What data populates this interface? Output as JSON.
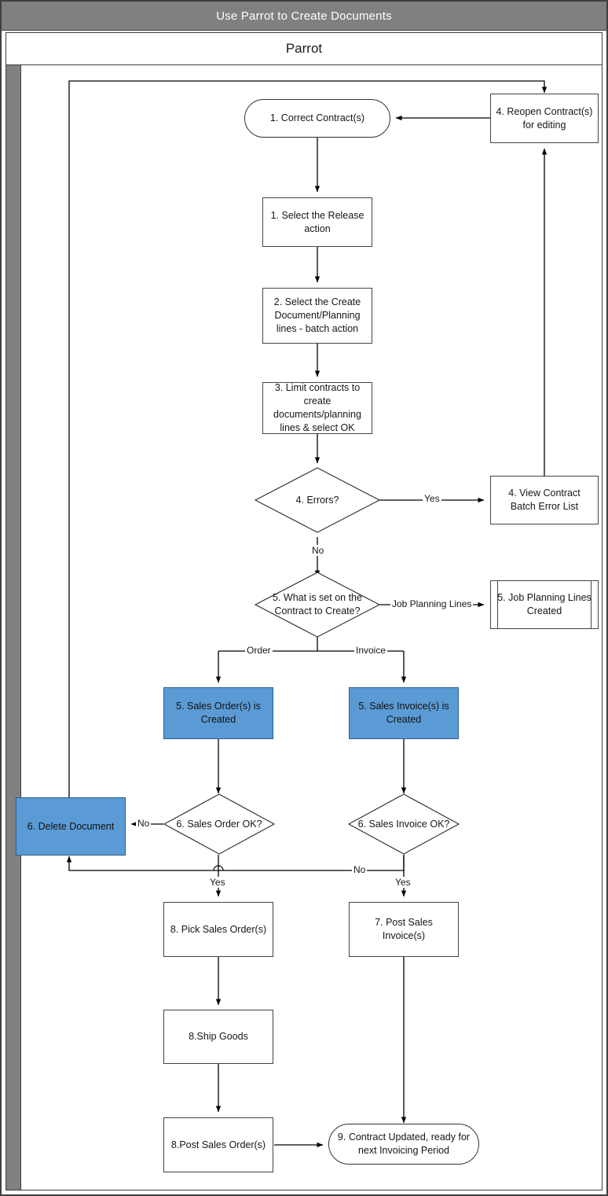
{
  "window": {
    "title": "Use Parrot to Create Documents"
  },
  "pool": {
    "lane_label": "Parrot"
  },
  "colors": {
    "title_bar": "#808080",
    "lane_band": "#808080",
    "highlight_fill": "#5B9BD5",
    "highlight_border": "#2B5D8A",
    "node_border": "#444444",
    "connector": "#000000"
  },
  "chart_data": {
    "type": "diagram",
    "diagram_kind": "flowchart",
    "title": "Use Parrot to Create Documents",
    "lane": "Parrot",
    "nodes": [
      {
        "id": "n1",
        "shape": "terminator",
        "label": "1. Correct Contract(s)"
      },
      {
        "id": "n2",
        "shape": "process",
        "label": "1. Select the Release action"
      },
      {
        "id": "n3",
        "shape": "process",
        "label": "2. Select the Create Document/Planning lines - batch action"
      },
      {
        "id": "n4",
        "shape": "process",
        "label": "3. Limit contracts to create documents/planning lines & select OK"
      },
      {
        "id": "n5",
        "shape": "decision",
        "label": "4. Errors?"
      },
      {
        "id": "n6",
        "shape": "process",
        "label": "4. View Contract Batch Error List"
      },
      {
        "id": "n7",
        "shape": "process",
        "label": "4. Reopen Contract(s) for editing"
      },
      {
        "id": "n8",
        "shape": "decision",
        "label": "5. What is set on the Contract to Create?"
      },
      {
        "id": "n9",
        "shape": "predefined-process",
        "label": "5. Job Planning Lines Created"
      },
      {
        "id": "n10",
        "shape": "process",
        "label": "5. Sales Order(s) is Created",
        "highlight": true
      },
      {
        "id": "n11",
        "shape": "process",
        "label": "5. Sales Invoice(s) is Created",
        "highlight": true
      },
      {
        "id": "n12",
        "shape": "decision",
        "label": "6. Sales Order OK?"
      },
      {
        "id": "n13",
        "shape": "decision",
        "label": "6. Sales Invoice OK?"
      },
      {
        "id": "n14",
        "shape": "process",
        "label": "6. Delete Document",
        "highlight": true
      },
      {
        "id": "n15",
        "shape": "process",
        "label": "8. Pick Sales Order(s)"
      },
      {
        "id": "n16",
        "shape": "process",
        "label": "7. Post Sales Invoice(s)"
      },
      {
        "id": "n17",
        "shape": "process",
        "label": "8.Ship Goods"
      },
      {
        "id": "n18",
        "shape": "process",
        "label": "8.Post Sales Order(s)"
      },
      {
        "id": "n19",
        "shape": "terminator",
        "label": "9. Contract Updated, ready for next Invoicing Period"
      }
    ],
    "edges": [
      {
        "from": "n1",
        "to": "n2",
        "label": ""
      },
      {
        "from": "n2",
        "to": "n3",
        "label": ""
      },
      {
        "from": "n3",
        "to": "n4",
        "label": ""
      },
      {
        "from": "n4",
        "to": "n5",
        "label": ""
      },
      {
        "from": "n5",
        "to": "n6",
        "label": "Yes"
      },
      {
        "from": "n5",
        "to": "n8",
        "label": "No"
      },
      {
        "from": "n6",
        "to": "n7",
        "label": ""
      },
      {
        "from": "n7",
        "to": "n1",
        "label": ""
      },
      {
        "from": "n8",
        "to": "n9",
        "label": "Job Planning Lines"
      },
      {
        "from": "n8",
        "to": "n10",
        "label": "Order"
      },
      {
        "from": "n8",
        "to": "n11",
        "label": "Invoice"
      },
      {
        "from": "n10",
        "to": "n12",
        "label": ""
      },
      {
        "from": "n11",
        "to": "n13",
        "label": ""
      },
      {
        "from": "n12",
        "to": "n14",
        "label": "No"
      },
      {
        "from": "n12",
        "to": "n15",
        "label": "Yes"
      },
      {
        "from": "n13",
        "to": "n14",
        "label": "No"
      },
      {
        "from": "n13",
        "to": "n16",
        "label": "Yes"
      },
      {
        "from": "n14",
        "to": "n7",
        "label": ""
      },
      {
        "from": "n15",
        "to": "n17",
        "label": ""
      },
      {
        "from": "n17",
        "to": "n18",
        "label": ""
      },
      {
        "from": "n18",
        "to": "n19",
        "label": ""
      },
      {
        "from": "n16",
        "to": "n19",
        "label": ""
      }
    ],
    "edge_labels": [
      "Yes",
      "No",
      "Job Planning Lines",
      "Order",
      "Invoice",
      "No",
      "Yes",
      "No",
      "Yes"
    ]
  },
  "labels": {
    "errors_yes": "Yes",
    "errors_no": "No",
    "job_planning_lines": "Job Planning Lines",
    "order": "Order",
    "invoice": "Invoice",
    "order_ok_no": "No",
    "order_ok_yes": "Yes",
    "invoice_ok_no": "No",
    "invoice_ok_yes": "Yes"
  }
}
